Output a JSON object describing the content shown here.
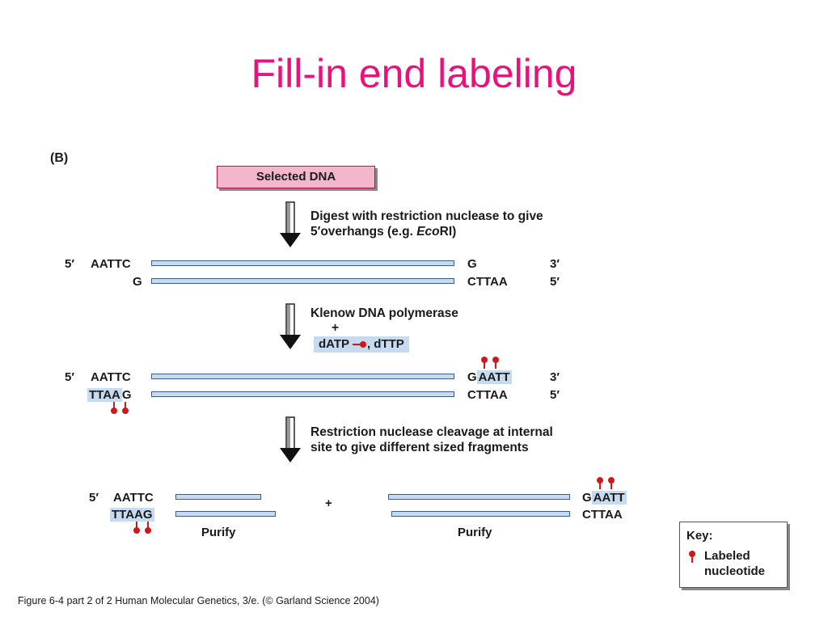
{
  "title": "Fill-in end labeling",
  "panel_label": "(B)",
  "selected_dna": "Selected DNA",
  "steps": {
    "digest_line1": "Digest with restriction nuclease to give",
    "digest_line2a": "5′overhangs (e.g. ",
    "digest_line2b": "Eco",
    "digest_line2c": "RI)",
    "klenow": "Klenow DNA polymerase",
    "plus": "+",
    "datp": "dATP",
    "dttp": ", dTTP",
    "cleave_line1": "Restriction nuclease cleavage at internal",
    "cleave_line2": "site to give different sized fragments"
  },
  "row1": {
    "end5": "5′",
    "left_top": "AATTC",
    "left_bottom": "G",
    "right_top": "G",
    "right_bottom": "CTTAA",
    "top3": "3′",
    "bottom5": "5′"
  },
  "row2": {
    "end5": "5′",
    "left_top": "AATTC",
    "left_bottom_a": "TTAA",
    "left_bottom_b": "G",
    "right_top_a": "G",
    "right_top_b": "AATT",
    "right_bottom": "CTTAA",
    "top3": "3′",
    "bottom5": "5′"
  },
  "row3": {
    "end5": "5′",
    "left_top": "AATTC",
    "left_bottom": "TTAAG",
    "plus": "+",
    "right_top_a": "G",
    "right_top_b": "AATT",
    "right_bottom": "CTTAA",
    "purify_left": "Purify",
    "purify_right": "Purify"
  },
  "key": {
    "title": "Key:",
    "line1": "Labeled",
    "line2": "nucleotide"
  },
  "caption": "Figure 6-4 part 2 of 2  Human Molecular Genetics, 3/e.  (© Garland Science 2004)",
  "colors": {
    "title": "#e8127c",
    "strand_fill": "#c7dbf0",
    "strand_border": "#3c5e86",
    "label_red": "#d01818",
    "box_pink": "#f4b6cc"
  }
}
